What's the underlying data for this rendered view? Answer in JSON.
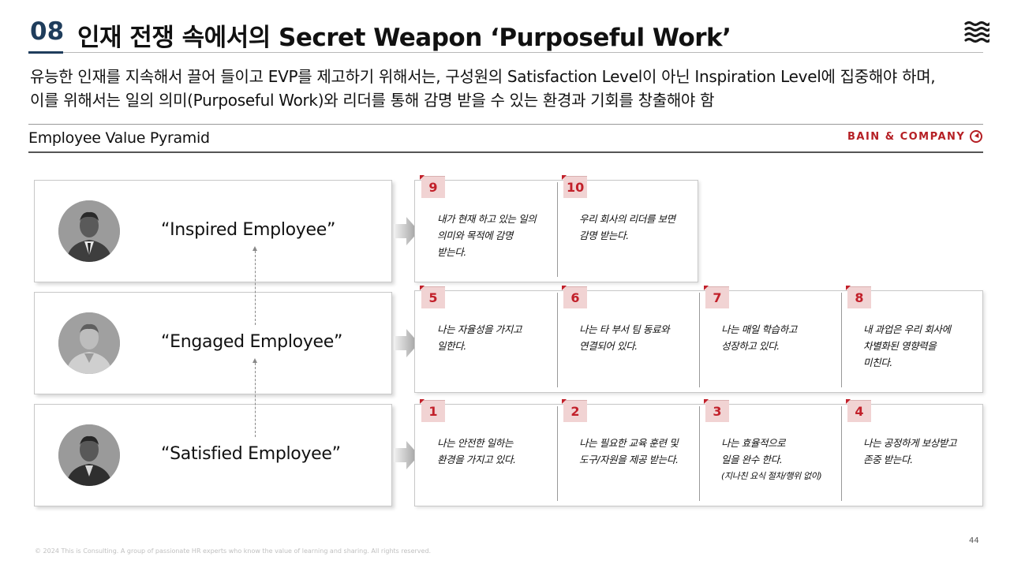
{
  "header": {
    "section_number": "08",
    "title": "인재 전쟁 속에서의 Secret Weapon ‘Purposeful Work’",
    "subtitle_line1": "유능한 인재를 지속해서 끌어 들이고 EVP를 제고하기 위해서는, 구성원의 Satisfaction Level이 아닌 Inspiration Level에 집중해야 하며,",
    "subtitle_line2": "이를 위해서는 일의 의미(Purposeful Work)와 리더를 통해 감명 받을 수 있는 환경과 기회를 창출해야 함"
  },
  "section": {
    "label": "Employee Value Pyramid",
    "source_brand": "BAIN & COMPANY"
  },
  "levels": [
    {
      "label": "“Inspired Employee”"
    },
    {
      "label": "“Engaged Employee”"
    },
    {
      "label": "“Satisfied Employee”"
    }
  ],
  "items": {
    "inspired": [
      {
        "num": "9",
        "lines": [
          "내가 현재 하고 있는 일의",
          "의미와 목적에 감명",
          "받는다."
        ]
      },
      {
        "num": "10",
        "lines": [
          "우리 회사의 리더를 보면",
          "감명 받는다."
        ]
      }
    ],
    "engaged": [
      {
        "num": "5",
        "lines": [
          "나는 자율성을 가지고",
          "일한다."
        ]
      },
      {
        "num": "6",
        "lines": [
          "나는 타 부서 팀 동료와",
          "연결되어 있다."
        ]
      },
      {
        "num": "7",
        "lines": [
          "나는 매일 학습하고",
          "성장하고 있다."
        ]
      },
      {
        "num": "8",
        "lines": [
          "내 과업은 우리 회사에",
          "차별화된 영향력을",
          "미친다."
        ]
      }
    ],
    "satisfied": [
      {
        "num": "1",
        "lines": [
          "나는 안전한 일하는",
          "환경을 가지고 있다."
        ]
      },
      {
        "num": "2",
        "lines": [
          "나는 필요한 교육 훈련 및",
          "도구/자원을 제공 받는다."
        ]
      },
      {
        "num": "3",
        "lines": [
          "나는 효율적으로",
          "일을 완수 한다.",
          "(지나친 요식 절차/행위 없이)"
        ]
      },
      {
        "num": "4",
        "lines": [
          "나는 공정하게 보상받고",
          "존중 받는다."
        ]
      }
    ]
  },
  "footer": {
    "copyright": "© 2024 This is Consulting. A group of passionate HR experts who know the value of learning and sharing. All rights reserved.",
    "page_number": "44"
  },
  "colors": {
    "accent_red": "#c2202a",
    "badge_bg": "#f1d3d3",
    "title_navy": "#1f3d5c"
  }
}
